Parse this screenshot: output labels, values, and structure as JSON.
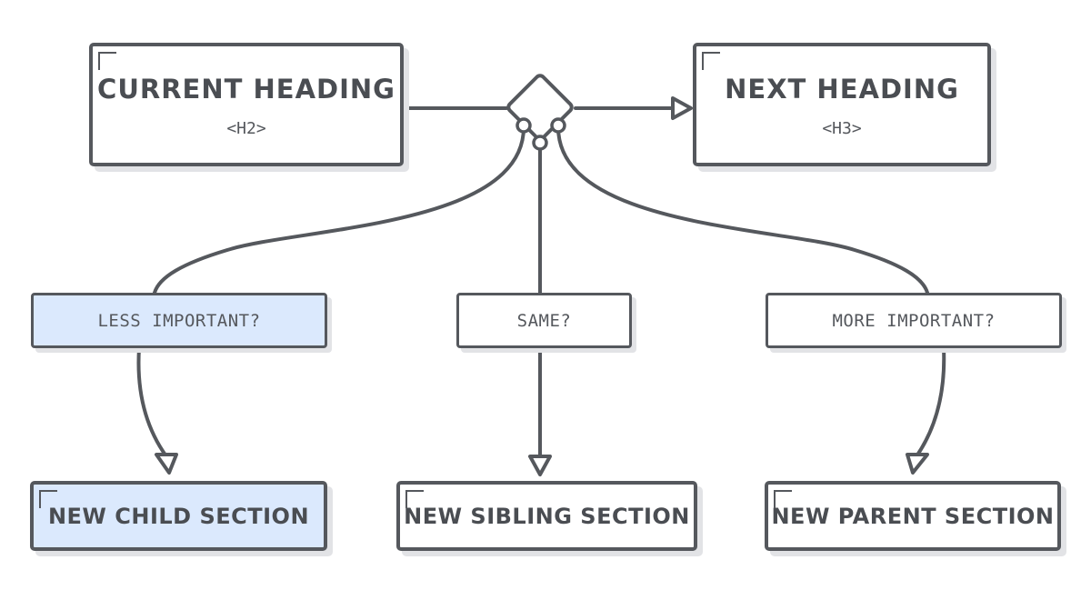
{
  "current_heading": {
    "title": "CURRENT HEADING",
    "tag": "<H2>"
  },
  "next_heading": {
    "title": "NEXT HEADING",
    "tag": "<H3>"
  },
  "questions": {
    "less": "LESS IMPORTANT?",
    "same": "SAME?",
    "more": "MORE IMPORTANT?"
  },
  "sections": {
    "child": "NEW CHILD SECTION",
    "sibling": "NEW SIBLING SECTION",
    "parent": "NEW PARENT SECTION"
  },
  "colors": {
    "stroke": "#55585d",
    "highlight": "#dbe9fd",
    "shadow": "#e2e3e6"
  }
}
